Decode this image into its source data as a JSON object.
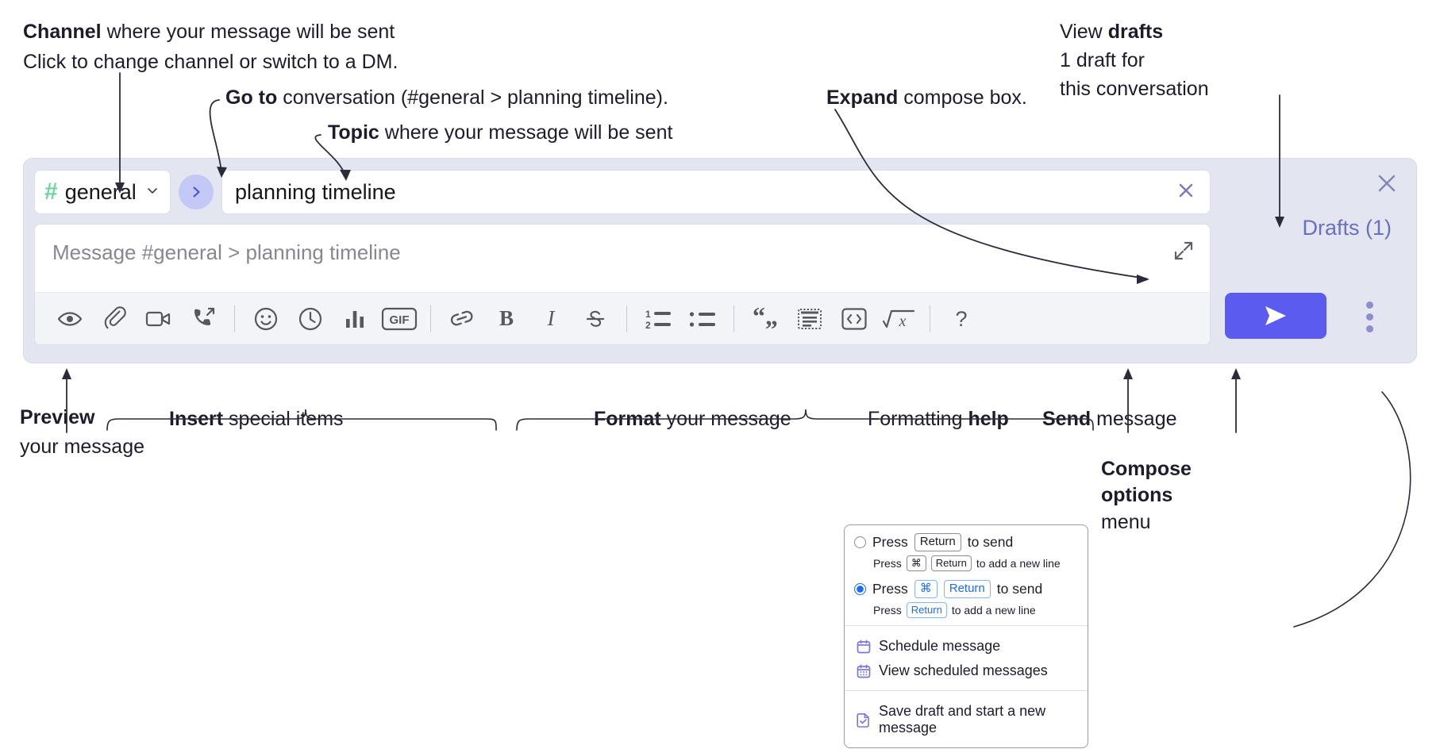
{
  "annotations": {
    "channel": {
      "bold": "Channel",
      "rest": " where your message will be sent",
      "sub": "Click to change channel or switch to a DM."
    },
    "goto": {
      "bold": "Go to",
      "rest": " conversation (#general > planning timeline)."
    },
    "topic": {
      "bold": "Topic",
      "rest": " where your message will be sent"
    },
    "expand": {
      "bold": "Expand",
      "rest": " compose box."
    },
    "drafts": {
      "line1_rest": "View ",
      "line1_bold": "drafts",
      "line2": "1 draft for",
      "line3": "this conversation"
    },
    "preview": {
      "bold": "Preview",
      "line2": "your message"
    },
    "insert": {
      "bold": "Insert",
      "rest": " special items"
    },
    "format": {
      "bold": "Format",
      "rest": " your message"
    },
    "help": {
      "rest": "Formatting ",
      "bold": "help"
    },
    "send": {
      "bold": "Send",
      "rest": " message"
    },
    "compose_options": {
      "line1": "Compose",
      "line2": "options",
      "line3": "menu"
    }
  },
  "compose": {
    "channel_name": "general",
    "hash_icon": "hash-icon",
    "channel_chevron": "chevron-down-icon",
    "goto_icon": "chevron-right-icon",
    "topic_value": "planning timeline",
    "topic_clear_icon": "close-icon",
    "message_placeholder": "Message #general > planning timeline",
    "expand_icon": "expand-icon",
    "close_icon": "close-icon",
    "drafts_label": "Drafts (1)",
    "send_icon": "send-paper-plane-icon",
    "options_icon": "kebab-menu-icon",
    "accent_color": "#5b5bf0",
    "panel_color": "#e3e5f1",
    "hash_color": "#6fd4a0",
    "drafts_color": "#6b6fbd",
    "toolbar": [
      {
        "name": "preview-icon",
        "title": "Preview"
      },
      {
        "name": "attachment-icon",
        "title": "Attach file"
      },
      {
        "name": "video-icon",
        "title": "Record video clip"
      },
      {
        "name": "audio-call-icon",
        "title": "Record audio clip"
      },
      {
        "sep": true
      },
      {
        "name": "emoji-icon",
        "title": "Emoji"
      },
      {
        "name": "clock-icon",
        "title": "Recent"
      },
      {
        "name": "poll-icon",
        "title": "Poll"
      },
      {
        "name": "gif-icon",
        "title": "GIF",
        "label": "GIF"
      },
      {
        "sep": true
      },
      {
        "name": "link-icon",
        "title": "Link"
      },
      {
        "name": "bold-icon",
        "title": "Bold",
        "label": "B"
      },
      {
        "name": "italic-icon",
        "title": "Italic",
        "label": "I"
      },
      {
        "name": "strikethrough-icon",
        "title": "Strikethrough"
      },
      {
        "sep": true
      },
      {
        "name": "ordered-list-icon",
        "title": "Ordered list"
      },
      {
        "name": "bulleted-list-icon",
        "title": "Bulleted list"
      },
      {
        "sep": true
      },
      {
        "name": "blockquote-icon",
        "title": "Blockquote"
      },
      {
        "name": "code-block-icon",
        "title": "Code block"
      },
      {
        "name": "code-icon",
        "title": "Code"
      },
      {
        "name": "math-icon",
        "title": "Math"
      },
      {
        "sep": true
      },
      {
        "name": "help-icon",
        "title": "Formatting help",
        "label": "?"
      }
    ]
  },
  "menu": {
    "option1": {
      "press": "Press",
      "key": "Return",
      "tail": "to send",
      "sub_press": "Press",
      "sub_key1": "⌘",
      "sub_key2": "Return",
      "sub_tail": "to add a new line",
      "selected": false
    },
    "option2": {
      "press": "Press",
      "key1": "⌘",
      "key2": "Return",
      "tail": "to send",
      "sub_press": "Press",
      "sub_key": "Return",
      "sub_tail": "to add a new line",
      "selected": true
    },
    "items": [
      {
        "label": "Schedule message",
        "icon": "calendar-icon"
      },
      {
        "label": "View scheduled messages",
        "icon": "calendar-grid-icon"
      },
      {
        "label": "Save draft and start a new message",
        "icon": "document-check-icon"
      }
    ]
  }
}
